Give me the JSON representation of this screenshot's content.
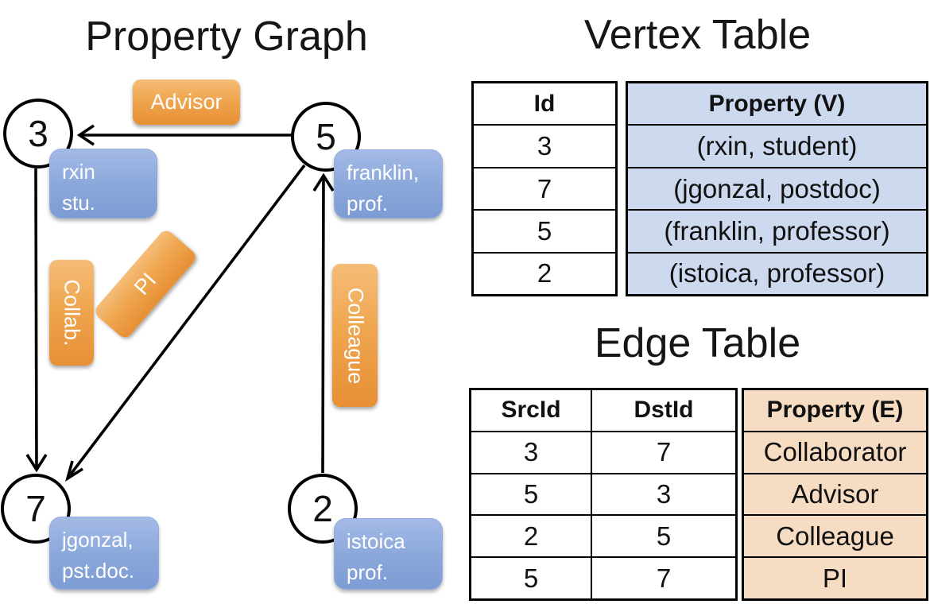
{
  "property_graph": {
    "title": "Property Graph",
    "nodes": [
      {
        "id": "3",
        "property_lines": [
          "rxin",
          "stu."
        ]
      },
      {
        "id": "5",
        "property_lines": [
          "franklin,",
          "prof."
        ]
      },
      {
        "id": "7",
        "property_lines": [
          "jgonzal,",
          "pst.doc."
        ]
      },
      {
        "id": "2",
        "property_lines": [
          "istoica",
          "prof."
        ]
      }
    ],
    "edge_labels": {
      "advisor": "Advisor",
      "collab": "Collab.",
      "pi": "PI",
      "colleague": "Colleague"
    }
  },
  "vertex_table": {
    "title": "Vertex Table",
    "id_header": "Id",
    "property_header": "Property (V)",
    "rows": [
      {
        "id": "3",
        "property": "(rxin, student)"
      },
      {
        "id": "7",
        "property": "(jgonzal, postdoc)"
      },
      {
        "id": "5",
        "property": "(franklin, professor)"
      },
      {
        "id": "2",
        "property": "(istoica, professor)"
      }
    ]
  },
  "edge_table": {
    "title": "Edge Table",
    "src_header": "SrcId",
    "dst_header": "DstId",
    "property_header": "Property (E)",
    "rows": [
      {
        "src": "3",
        "dst": "7",
        "property": "Collaborator"
      },
      {
        "src": "5",
        "dst": "3",
        "property": "Advisor"
      },
      {
        "src": "2",
        "dst": "5",
        "property": "Colleague"
      },
      {
        "src": "5",
        "dst": "7",
        "property": "PI"
      }
    ]
  },
  "colors": {
    "edge_label_orange": "#efa64f",
    "vertex_label_blue": "#8aa7da",
    "vertex_table_cell_bg": "#ccd9ee",
    "edge_table_cell_bg": "#f6dcc2",
    "line_black": "#000000"
  }
}
